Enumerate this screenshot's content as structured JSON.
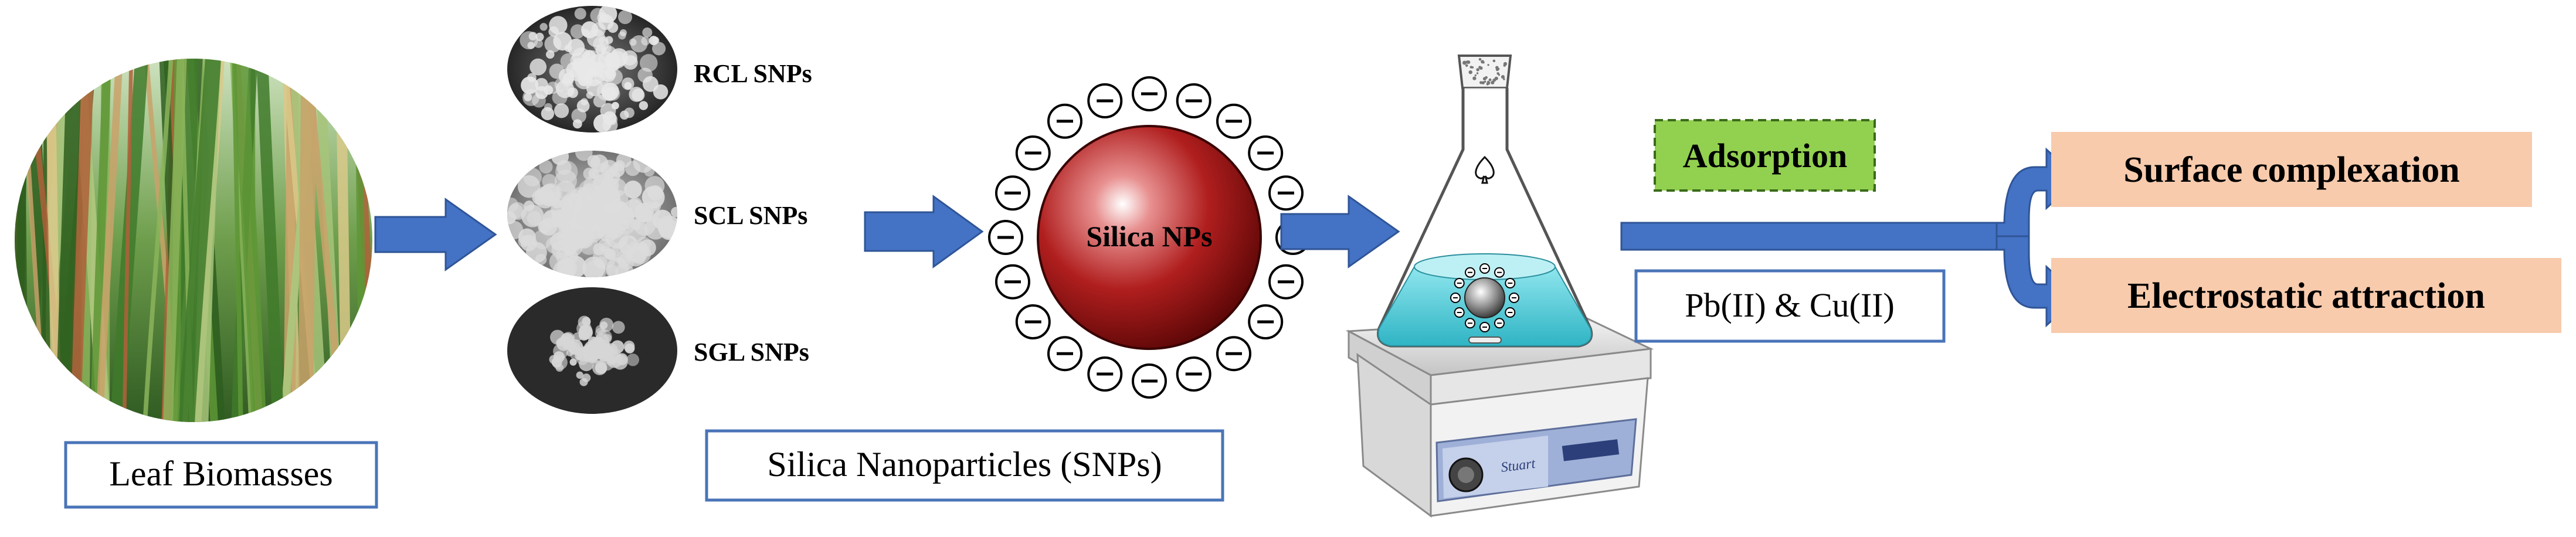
{
  "labels": {
    "leaf": "Leaf Biomasses",
    "snps": "Silica Nanoparticles (SNPs)",
    "rcl": "RCL SNPs",
    "scl": "SCL SNPs",
    "sgl": "SGL SNPs",
    "silica": "Silica NPs",
    "adsorption": "Adsorption",
    "metals": "Pb(II) & Cu(II)",
    "surface": "Surface complexation",
    "electro": "Electrostatic attraction",
    "stirrer_brand": "Stuart"
  },
  "colors": {
    "arrow": "#4472c4",
    "box_border": "#4a74b8",
    "adsorption_fill": "#92d050",
    "mechanism_fill": "#f8cbad",
    "sphere": "#a61c1c",
    "water": "#5bd0dc"
  },
  "icons": {
    "charge": "minus-circle",
    "flask": "erlenmeyer-flask",
    "stirrer": "hotplate-stirrer"
  }
}
